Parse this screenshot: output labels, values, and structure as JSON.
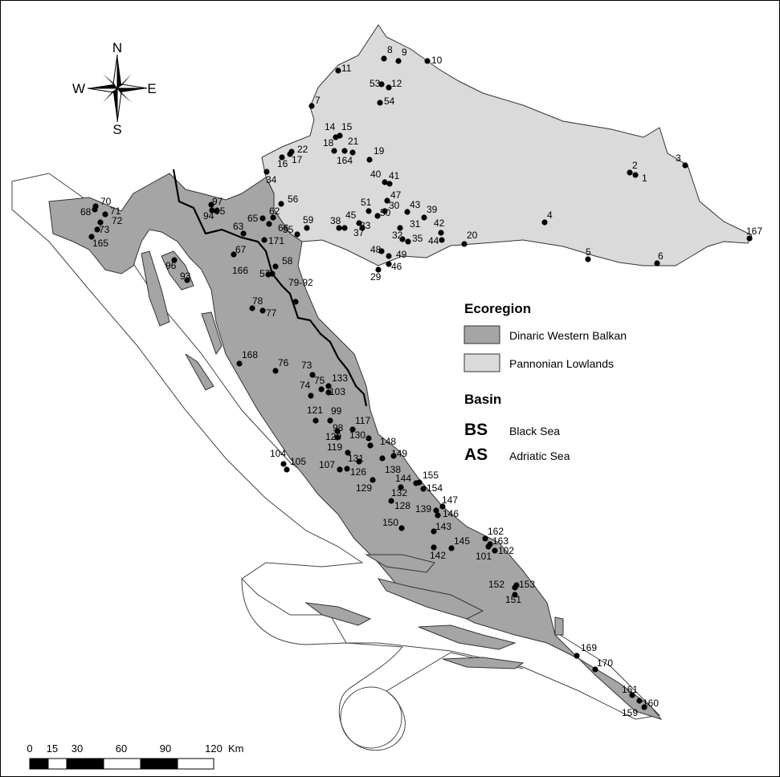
{
  "compass": {
    "north": "N",
    "south": "S",
    "east": "E",
    "west": "W"
  },
  "colors": {
    "dinaric": "#a5a5a5",
    "pannonian": "#dadada",
    "sea_outline": "#444444",
    "site": "#000000",
    "basin_boundary": "#000000"
  },
  "legend": {
    "ecoregion_title": "Ecoregion",
    "ecoregions": [
      {
        "key": "dinaric",
        "label": "Dinaric Western Balkan"
      },
      {
        "key": "pannonian",
        "label": "Pannonian Lowlands"
      }
    ],
    "basin_title": "Basin",
    "basins": [
      {
        "code": "BS",
        "label": "Black Sea"
      },
      {
        "code": "AS",
        "label": "Adriatic Sea"
      }
    ]
  },
  "scale_bar": {
    "ticks": [
      "0",
      "15",
      "30",
      "60",
      "90",
      "120"
    ],
    "unit": "Km"
  },
  "sites": [
    {
      "id": "1"
    },
    {
      "id": "2"
    },
    {
      "id": "3"
    },
    {
      "id": "4"
    },
    {
      "id": "5"
    },
    {
      "id": "6"
    },
    {
      "id": "7"
    },
    {
      "id": "8"
    },
    {
      "id": "9"
    },
    {
      "id": "10"
    },
    {
      "id": "11"
    },
    {
      "id": "12"
    },
    {
      "id": "14"
    },
    {
      "id": "15"
    },
    {
      "id": "16"
    },
    {
      "id": "17"
    },
    {
      "id": "18"
    },
    {
      "id": "19"
    },
    {
      "id": "20"
    },
    {
      "id": "21"
    },
    {
      "id": "22"
    },
    {
      "id": "29"
    },
    {
      "id": "30"
    },
    {
      "id": "31"
    },
    {
      "id": "32"
    },
    {
      "id": "33"
    },
    {
      "id": "34"
    },
    {
      "id": "35"
    },
    {
      "id": "37"
    },
    {
      "id": "38"
    },
    {
      "id": "39"
    },
    {
      "id": "40"
    },
    {
      "id": "41"
    },
    {
      "id": "42"
    },
    {
      "id": "43"
    },
    {
      "id": "44"
    },
    {
      "id": "45"
    },
    {
      "id": "46"
    },
    {
      "id": "47"
    },
    {
      "id": "48"
    },
    {
      "id": "49"
    },
    {
      "id": "50"
    },
    {
      "id": "51"
    },
    {
      "id": "53"
    },
    {
      "id": "54"
    },
    {
      "id": "55"
    },
    {
      "id": "56"
    },
    {
      "id": "57"
    },
    {
      "id": "58"
    },
    {
      "id": "59"
    },
    {
      "id": "62"
    },
    {
      "id": "63"
    },
    {
      "id": "65"
    },
    {
      "id": "66"
    },
    {
      "id": "67"
    },
    {
      "id": "68"
    },
    {
      "id": "70"
    },
    {
      "id": "71"
    },
    {
      "id": "72"
    },
    {
      "id": "73"
    },
    {
      "id": "73b",
      "label": "73"
    },
    {
      "id": "74"
    },
    {
      "id": "75"
    },
    {
      "id": "76"
    },
    {
      "id": "77"
    },
    {
      "id": "78"
    },
    {
      "id": "79-92"
    },
    {
      "id": "93"
    },
    {
      "id": "94"
    },
    {
      "id": "95"
    },
    {
      "id": "96"
    },
    {
      "id": "97"
    },
    {
      "id": "98"
    },
    {
      "id": "99"
    },
    {
      "id": "101"
    },
    {
      "id": "102"
    },
    {
      "id": "103"
    },
    {
      "id": "104"
    },
    {
      "id": "105"
    },
    {
      "id": "107"
    },
    {
      "id": "117"
    },
    {
      "id": "119"
    },
    {
      "id": "120"
    },
    {
      "id": "121"
    },
    {
      "id": "126"
    },
    {
      "id": "128"
    },
    {
      "id": "129"
    },
    {
      "id": "130"
    },
    {
      "id": "131"
    },
    {
      "id": "132"
    },
    {
      "id": "133"
    },
    {
      "id": "138"
    },
    {
      "id": "139"
    },
    {
      "id": "142"
    },
    {
      "id": "143"
    },
    {
      "id": "144"
    },
    {
      "id": "145"
    },
    {
      "id": "146"
    },
    {
      "id": "147"
    },
    {
      "id": "148"
    },
    {
      "id": "149"
    },
    {
      "id": "150"
    },
    {
      "id": "151"
    },
    {
      "id": "152"
    },
    {
      "id": "153"
    },
    {
      "id": "154"
    },
    {
      "id": "155"
    },
    {
      "id": "159"
    },
    {
      "id": "160"
    },
    {
      "id": "161"
    },
    {
      "id": "162"
    },
    {
      "id": "163"
    },
    {
      "id": "164"
    },
    {
      "id": "165"
    },
    {
      "id": "166"
    },
    {
      "id": "167"
    },
    {
      "id": "168"
    },
    {
      "id": "169"
    },
    {
      "id": "170"
    },
    {
      "id": "171"
    }
  ]
}
